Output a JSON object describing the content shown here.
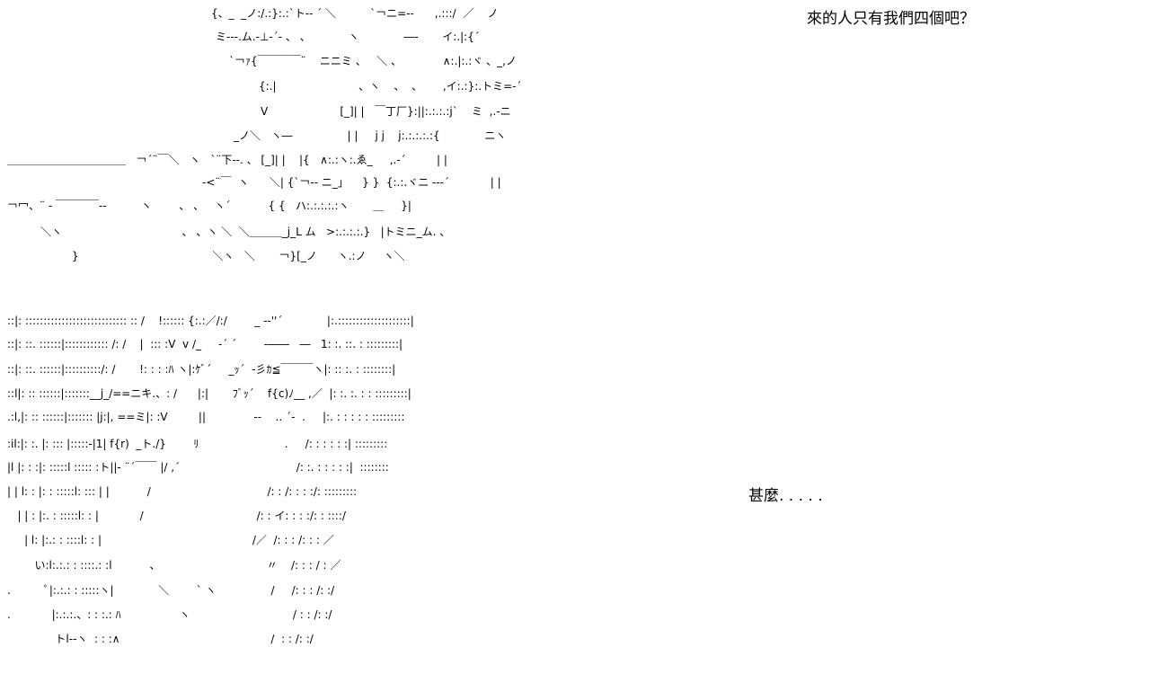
{
  "dialogue": {
    "line_1": "來的人只有我們四個吧？",
    "line_2": "甚麼. . . . ."
  },
  "art_top": [
    "{、_  _ノ:/.:}:.:`ト‐‐ ´ ＼          `￢ニ=‐-      ,.:::/  ／    ノ",
    "ミ‐‐-.ム.‐⊥‐´‐ 、 、           ヽ             ―‐       イ:.|:{´",
    "`￢ｧ{￣￣￣￣¨    ニニミ 、   ＼ 、            ∧:.|:.:ヾ 、_,ノ",
    "{:.|                        、ヽ    、  、      ,イ:.:}:.トミ=‐´",
    "V                     [_]| |   ￣丁厂}:||:.:.:.:j`    ミ  ,.-ニ",
    "_ノ＼   ヽ―                | |     j j    j:.:.:.:.:{             ニヽ",
    "＿＿＿＿＿＿＿＿＿＿＿   ￢´¨￣＼   ヽ   `¨下‐-. 、 [_]| |    |{   ∧:.:ヽ:.ゑ_     ,.-´         | |",
    "‐<¨￣  ヽ      ＼| {`￢‐- ニ_」    } }  {:.:.ヾニ ‐-‐´            | |",
    "￢冖、¨ ‐ ￣￣￣￣‐-          ヽ        、 、   ヽ´           { {   ハ:.:.:.:.:ヽ       ＿     }|",
    "＼ヽ                                   、 、ヽ ＼  ＼＿＿＿_j_L ム   >:.:.:.:.}   |トミニ_ム. 、",
    "}                                       ＼ヽ   ＼       ￢}[_ノ      ヽ.:ノ     ヽ＼"
  ],
  "art_bottom": [
    "::|: :::::::::::::::::::::::::::: :: /    !:::::: {:.:／/:/        _ -‐''´             |:.::::::::::::::::::::|",
    "::|: ::. ::::::|:::::::::::: /: /    |  ::: :V  v /_     ‐´ ´        ‐――   ―   1: :. ::. : :::::::::|",
    "::|: ::. ::::::|::::::::::/: /       !: : : :ﾊ ヽ|:ｹﾞ´     _ｯ´  ‐彡ｶ≦￣￣￣ヽ|: :: :. : ::::::::|",
    "::l|: :: ::::::|:::::::__j_/==ニキ.、: /      |:|       ﾌﾞｯ´    f{c)ﾉ__ ,／  |: :. :. : : :::::::::|",
    ".:l,|: :: ::::::|::::::: |j:|, ==ミ|: :V         ||              ‐-    ‥ ´‐  .     |:. : : : : : :::::::::",
    ":il:|: :. |: ::: |:::::‐|1| f{r)  _ト./}        ﾘ                         .     /: : : : : :| :::::::::",
    "|l |: : :|: :::::l ::::: :ト||‐ ¨´￣￣ |/ ,´                                  /: :. : : : : :|  ::::::::",
    "| | l: : |: : :::::l: ::: | |           /                                  /: : /: : : :/: :::::::::",
    "   | | : |:. : :::::l: : |            /                                 /: : イ: : : :/: : ::::/",
    "     | l: |:.: : ::::l: : |                                            /／  /: : : /: : : ／",
    "        い:l:.:.: : ::::.: :l           、                               〃    /: : : / : ／",
    ".          ﾟ|:.:.: : :::::ヽ|             ＼        ` ヽ                /     /: : : /: :/",
    ".            |:.:.:.、: : :.: ﾊ                 ヽ                              / : : /: :/",
    "              トl‐‐ヽ  : : :∧                                            /  : : /: :/"
  ]
}
